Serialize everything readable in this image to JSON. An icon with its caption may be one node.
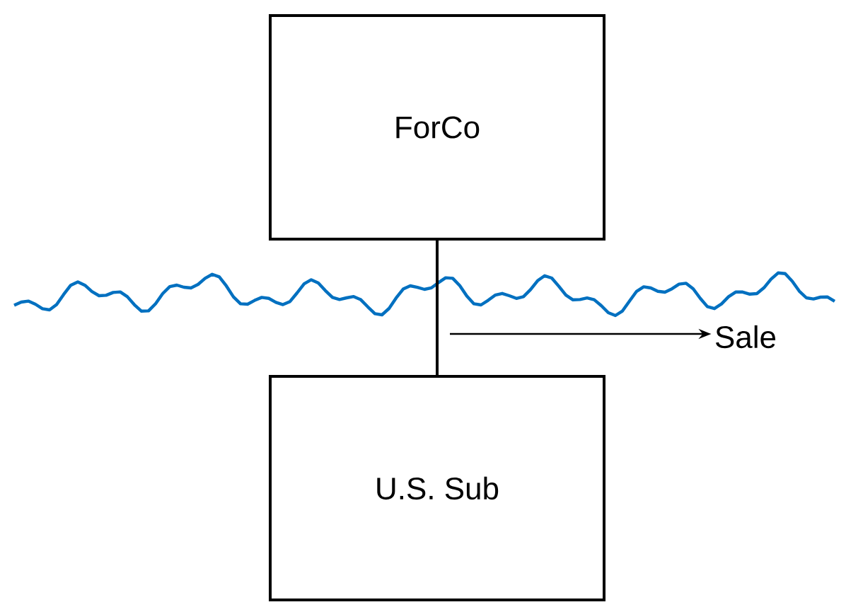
{
  "diagram": {
    "nodes": [
      {
        "text": [
          "ForCo"
        ]
      },
      {
        "text": [
          "U.S. Sub"
        ]
      },
      {
        "text": [
          "Sale"
        ]
      }
    ],
    "edges": [
      {
        "from": 0,
        "to": 1,
        "arrow": "none"
      },
      {
        "from": null,
        "to": 2,
        "arrow": "to"
      }
    ]
  }
}
